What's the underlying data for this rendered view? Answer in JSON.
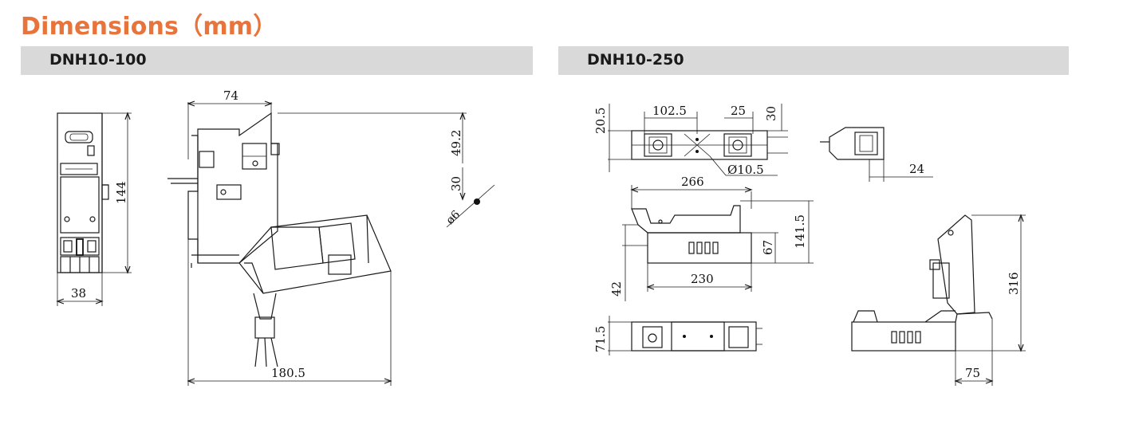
{
  "page": {
    "title": "Dimensions（mm）"
  },
  "left_panel": {
    "header": "DNH10-100",
    "dims": {
      "width": "74",
      "height": "144",
      "depth": "38",
      "total_width": "180.5",
      "offset_a": "49.2",
      "offset_b": "30",
      "hole": "ø6"
    }
  },
  "right_panel": {
    "header": "DNH10-250",
    "dims": {
      "top_left": "102.5",
      "top_mid": "25",
      "top_right": "30",
      "left_top": "20.5",
      "hole": "Ø10.5",
      "side_small": "24",
      "length": "266",
      "height_total": "141.5",
      "height_body": "67",
      "base": "230",
      "base_left": "42",
      "bottom_h": "71.5",
      "open_height": "316",
      "open_depth": "75"
    }
  },
  "colors": {
    "title": "#e8743b",
    "bar": "#d9d9d9"
  }
}
